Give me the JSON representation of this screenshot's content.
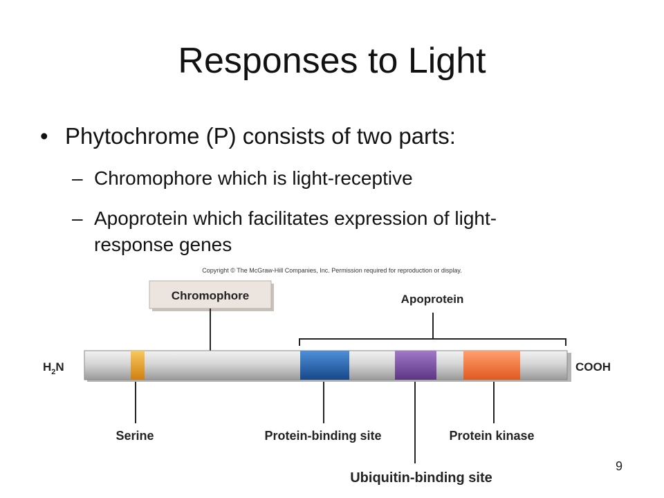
{
  "slide": {
    "title": "Responses to Light",
    "bullet": "Phytochrome (P) consists of two parts:",
    "sub_items": [
      "Chromophore which is light-receptive",
      "Apoprotein which facilitates expression of light-",
      "response genes"
    ],
    "page_number": "9"
  },
  "figure": {
    "copyright": "Copyright © The McGraw-Hill Companies, Inc. Permission required for reproduction or display.",
    "labels": {
      "chromophore": "Chromophore",
      "apoprotein": "Apoprotein",
      "n_terminus_h": "H",
      "n_terminus_sub": "2",
      "n_terminus_n": "N",
      "c_terminus": "COOH",
      "serine": "Serine",
      "protein_binding_site": "Protein-binding site",
      "protein_kinase": "Protein kinase",
      "ubiquitin_binding_site": "Ubiquitin-binding site"
    },
    "colors": {
      "bar": "#c9c9c9",
      "serine": "#e8a020",
      "protein_binding": "#1f5fae",
      "ubiquitin_binding": "#7a4fa3",
      "protein_kinase": "#f07a3a",
      "chromophore_box": "#ece4de"
    }
  }
}
